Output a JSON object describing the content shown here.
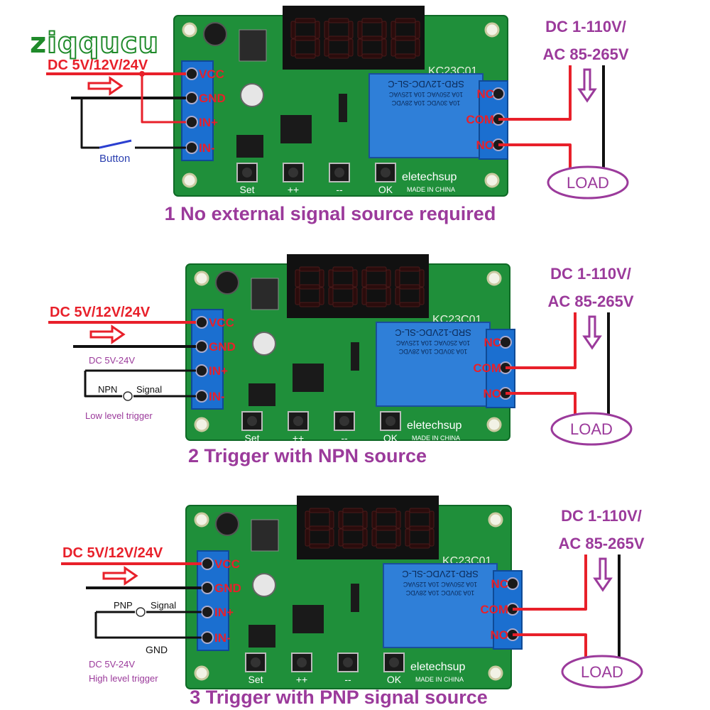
{
  "brand": {
    "logo_text": "ziqqucu"
  },
  "colors": {
    "supply_wire": "#e8202a",
    "wire_black": "#111111",
    "label_purple": "#9b3a9b",
    "pcb_green": "#1f8f3a",
    "terminal_blue": "#1b6fd0",
    "relay_blue": "#2f7fd8",
    "display_black": "#111111",
    "segment_red": "#2a0c0c"
  },
  "board": {
    "model": "KC23C01",
    "maker": "eletechsup",
    "made_in": "MADE IN CHINA",
    "relay_model": "SRD-12VDC-SL-C",
    "relay_ratings": [
      "10A 250VAC  10A 125VAC",
      "10A 30VDC  10A 28VDC"
    ],
    "buttons": [
      "Set",
      "++",
      "--",
      "OK"
    ],
    "input_terminals": [
      "VCC",
      "GND",
      "IN+",
      "IN-"
    ],
    "relay_terminals": [
      "NC",
      "COM",
      "NO"
    ]
  },
  "output": {
    "supply_line1": "DC 1-110V/",
    "supply_line2": "AC 85-265V",
    "load": "LOAD"
  },
  "panels": [
    {
      "supply": "DC 5V/12V/24V",
      "caption": "1 No external signal source required",
      "button_label": "Button"
    },
    {
      "supply": "DC 5V/12V/24V",
      "caption": "2 Trigger with NPN source",
      "source_voltage": "DC 5V-24V",
      "source_type": "NPN",
      "signal_label": "Signal",
      "trigger_note": "Low  level trigger"
    },
    {
      "supply": "DC 5V/12V/24V",
      "caption": "3 Trigger with PNP signal source",
      "source_type": "PNP",
      "signal_label": "Signal",
      "gnd_label": "GND",
      "source_voltage": "DC 5V-24V",
      "trigger_note": "High level trigger"
    }
  ]
}
